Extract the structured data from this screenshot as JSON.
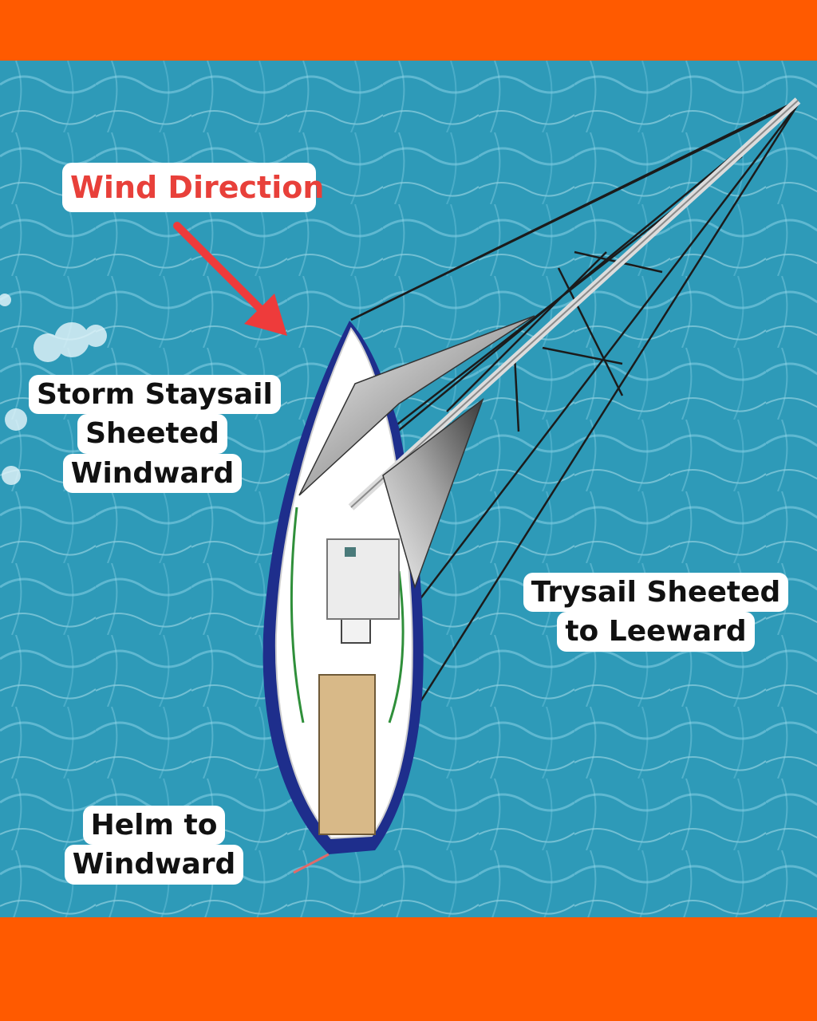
{
  "labels": {
    "wind_direction": "Wind Direction",
    "storm_staysail": [
      "Storm Staysail",
      "Sheeted",
      "Windward"
    ],
    "trysail": [
      "Trysail Sheeted",
      "to Leeward"
    ],
    "helm": [
      "Helm to",
      "Windward"
    ]
  },
  "colors": {
    "background_band": "#FF5A00",
    "water": "#2e9ab8",
    "wind_label_text": "#e8403a",
    "wind_arrow": "#ee3b3b",
    "label_text": "#111111",
    "label_bg": "#ffffff",
    "hull_dark": "#1e2e8c",
    "deck": "#ffffff",
    "cockpit_wood": "#d8b988"
  }
}
